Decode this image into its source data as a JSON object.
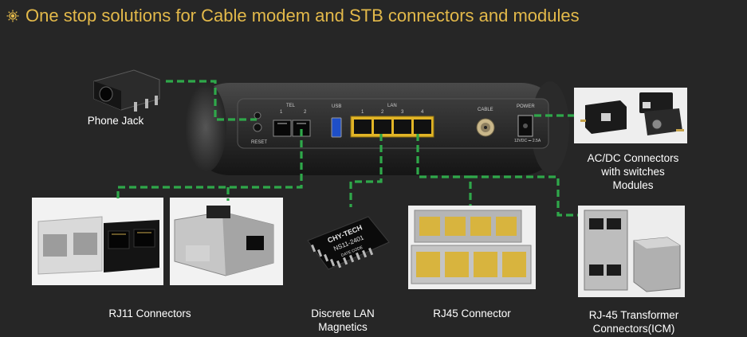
{
  "header": {
    "title": "One stop solutions for Cable modem and STB connectors and modules"
  },
  "modem_panel": {
    "tel_label": "TEL",
    "tel_port_numbers": [
      "1",
      "2"
    ],
    "usb_label": "USB",
    "lan_label": "LAN",
    "lan_port_numbers": [
      "1",
      "2",
      "3",
      "4"
    ],
    "cable_label": "CABLE",
    "power_label": "POWER",
    "power_rating": "12VDC ⎓ 2.5A",
    "reset_label": "RESET"
  },
  "products": {
    "phone_jack": "Phone Jack",
    "ac_dc": [
      "AC/DC Connectors",
      "with switches",
      "Modules"
    ],
    "rj11": "RJ11 Connectors",
    "lan_magnetics": [
      "Discrete LAN",
      "Magnetics"
    ],
    "rj45": "RJ45 Connector",
    "rj45_transformer": [
      "RJ-45 Transformer",
      "Connectors(ICM)"
    ]
  },
  "chip_marking": {
    "brand": "CHY-TECH",
    "part": "NS11-2401",
    "date": "DATE CODE"
  },
  "colors": {
    "title": "#e3b94a",
    "connector_line": "#2fa84a",
    "background": "#262626",
    "lan_port": "#e2b526"
  }
}
